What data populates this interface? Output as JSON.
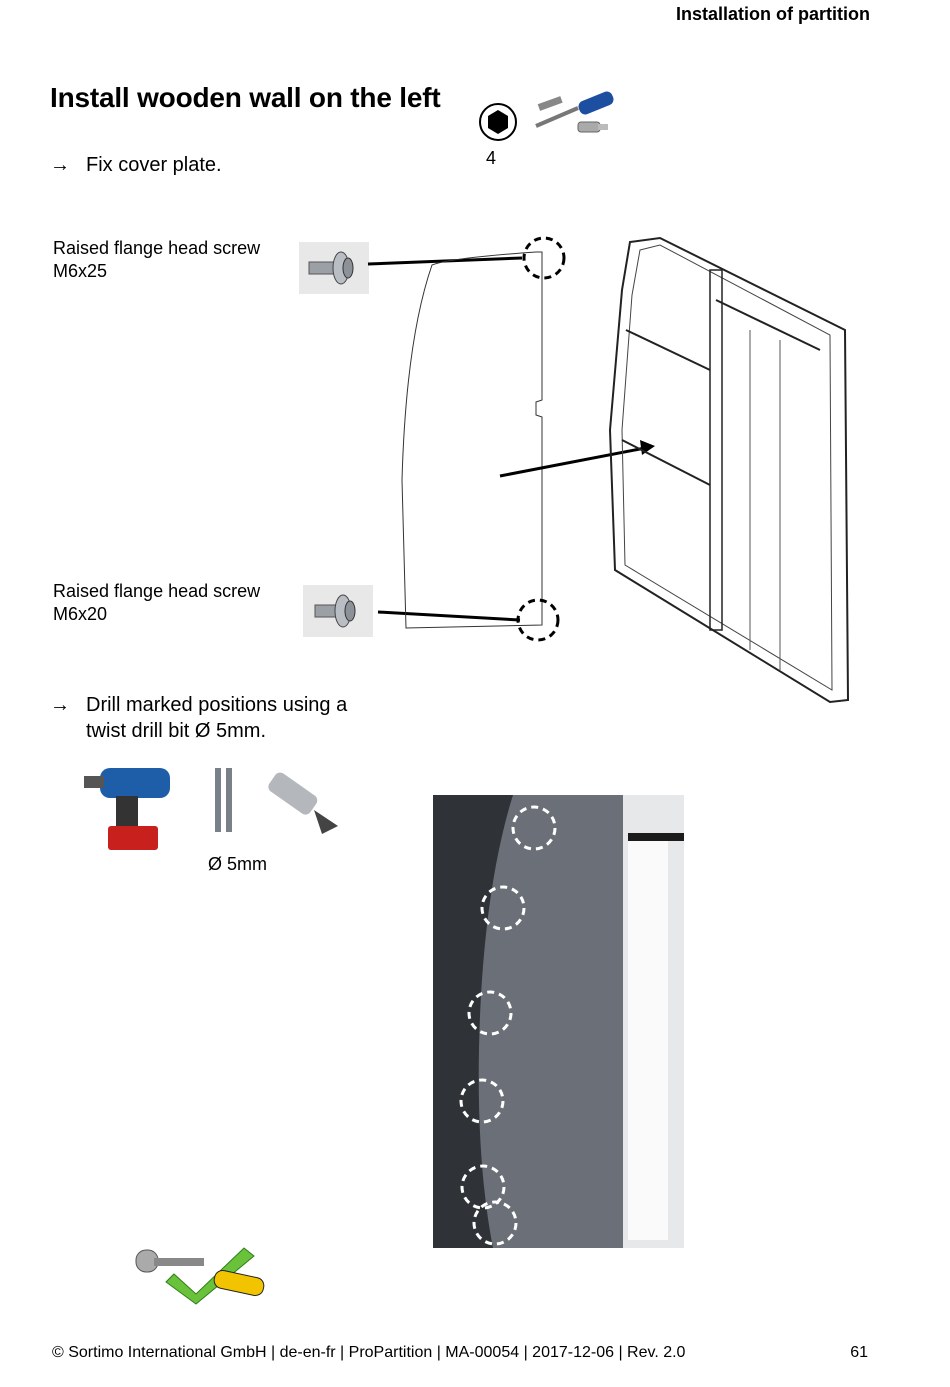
{
  "header": {
    "section": "Installation of partition"
  },
  "title": "Install wooden wall on the left",
  "tool": {
    "number": "4",
    "icons": [
      "hex-socket-icon",
      "screwdriver-icon",
      "bit-icon"
    ]
  },
  "steps": [
    {
      "arrow": "→",
      "text": "Fix cover plate."
    },
    {
      "arrow": "→",
      "text_line1": "Drill marked positions using a",
      "text_line2": "twist drill bit Ø 5mm."
    }
  ],
  "screws": [
    {
      "line1": "Raised flange head screw",
      "line2": "M6x25"
    },
    {
      "line1": "Raised flange head screw",
      "line2": "M6x20"
    }
  ],
  "drill": {
    "size_label": "Ø 5mm"
  },
  "footer": {
    "text": "© Sortimo International GmbH | de-en-fr | ProPartition | MA-00054 | 2017-12-06 | Rev. 2.0",
    "page": "61"
  }
}
